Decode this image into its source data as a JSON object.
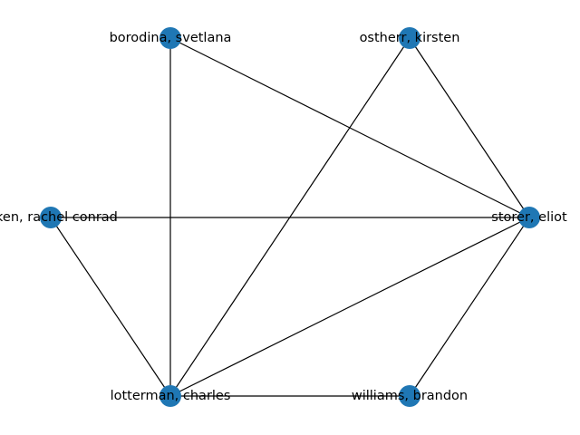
{
  "graph": {
    "directed": false,
    "layout": "circular",
    "node_color": "#1f77b4",
    "edge_color": "#000000",
    "nodes": [
      {
        "id": "borodina",
        "label": "borodina, svetlana"
      },
      {
        "id": "ostherr",
        "label": "ostherr, kirsten"
      },
      {
        "id": "storer",
        "label": "storer, eliot"
      },
      {
        "id": "williams",
        "label": "williams, brandon"
      },
      {
        "id": "lotterman",
        "label": "lotterman, charles"
      },
      {
        "id": "aiken",
        "label": "aiken, rachel conrad"
      }
    ],
    "edges": [
      {
        "source": "borodina",
        "target": "storer"
      },
      {
        "source": "borodina",
        "target": "lotterman"
      },
      {
        "source": "ostherr",
        "target": "storer"
      },
      {
        "source": "ostherr",
        "target": "lotterman"
      },
      {
        "source": "aiken",
        "target": "storer"
      },
      {
        "source": "aiken",
        "target": "lotterman"
      },
      {
        "source": "lotterman",
        "target": "storer"
      },
      {
        "source": "lotterman",
        "target": "williams"
      },
      {
        "source": "storer",
        "target": "williams"
      }
    ]
  }
}
